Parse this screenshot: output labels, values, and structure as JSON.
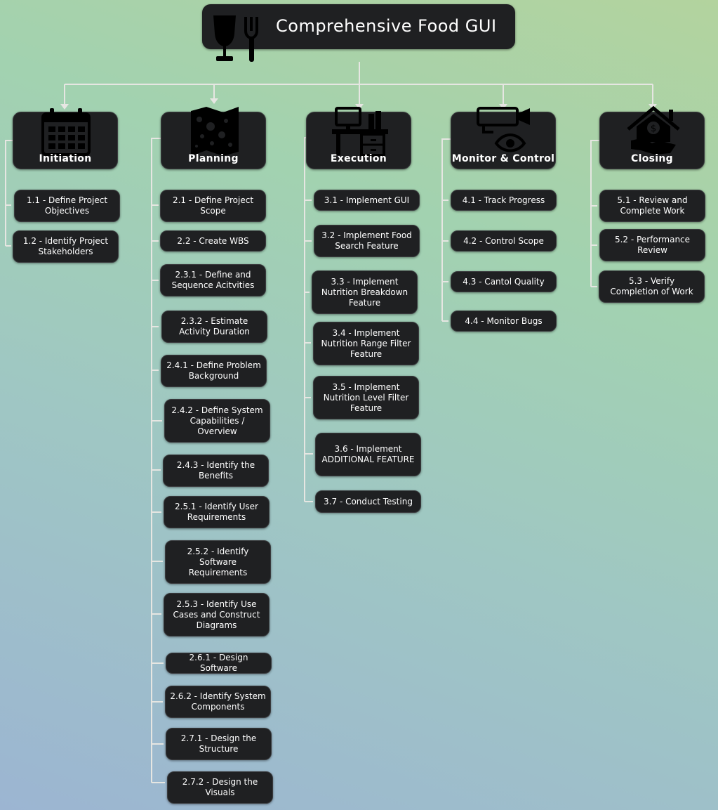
{
  "title": "Comprehensive Food GUI",
  "colors": {
    "node_fill": "#1f2022",
    "text": "#ffffff",
    "connector": "#e6e6e2"
  },
  "icons": {
    "root": "wine-glass-fork-icon"
  },
  "phases": [
    {
      "label": "Initiation",
      "icon": "calendar-icon"
    },
    {
      "label": "Planning",
      "icon": "map-icon"
    },
    {
      "label": "Execution",
      "icon": "desk-computer-icon"
    },
    {
      "label": "Monitor & Control",
      "icon": "security-camera-eye-icon"
    },
    {
      "label": "Closing",
      "icon": "house-handshake-icon"
    }
  ],
  "tasks": {
    "initiation": [
      "1.1 - Define Project Objectives",
      "1.2 - Identify Project Stakeholders"
    ],
    "planning": [
      "2.1 - Define Project Scope",
      "2.2 - Create WBS",
      "2.3.1 - Define and Sequence Acitvities",
      "2.3.2 - Estimate Activity Duration",
      "2.4.1 - Define Problem Background",
      "2.4.2 - Define System Capabilities / Overview",
      "2.4.3 - Identify the Benefits",
      "2.5.1 - Identify User Requirements",
      "2.5.2 - Identify Software Requirements",
      "2.5.3 - Identify Use Cases and Construct Diagrams",
      "2.6.1 - Design Software",
      "2.6.2 - Identify System Components",
      "2.7.1 - Design the Structure",
      "2.7.2 - Design the Visuals"
    ],
    "execution": [
      "3.1 - Implement GUI",
      "3.2 - Implement Food Search Feature",
      "3.3 - Implement Nutrition Breakdown Feature",
      "3.4 - Implement Nutrition Range Filter Feature",
      "3.5 - Implement Nutrition Level Filter Feature",
      "3.6 - Implement ADDITIONAL FEATURE",
      "3.7 - Conduct Testing"
    ],
    "monitor": [
      "4.1 - Track Progress",
      "4.2 - Control Scope",
      "4.3 - Cantol Quality",
      "4.4 - Monitor Bugs"
    ],
    "closing": [
      "5.1 - Review and Complete Work",
      "5.2 - Performance Review",
      "5.3 - Verify Completion of Work"
    ]
  }
}
